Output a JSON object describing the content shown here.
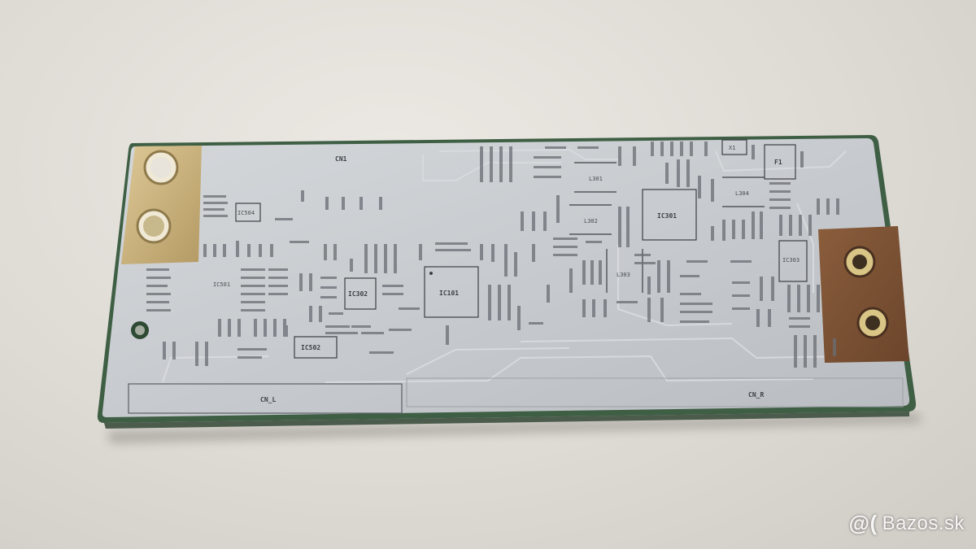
{
  "photo": {
    "subject": "tcon-board-back-side",
    "silkscreen": {
      "connector_top": "CN1",
      "connector_left": "CN_L",
      "connector_right": "CN_R",
      "ic_main": "IC101",
      "ic_302": "IC302",
      "ic_301": "IC301",
      "ic_502": "IC502",
      "ic_504": "IC504",
      "ic_501": "IC501",
      "ic_303": "IC303",
      "fuse": "F1",
      "inductor_301": "L301",
      "inductor_302": "L302",
      "inductor_303": "L303",
      "inductor_304": "L304",
      "crystal": "X1"
    },
    "colors": {
      "background": "#dcd8d2",
      "board_silver": "#c9cdd1",
      "board_edge": "#3f5f45",
      "gold_pad": "#c8b07a",
      "copper_pad": "#7a5236"
    }
  },
  "watermark": {
    "icon": "@(",
    "text": "Bazos.sk"
  }
}
